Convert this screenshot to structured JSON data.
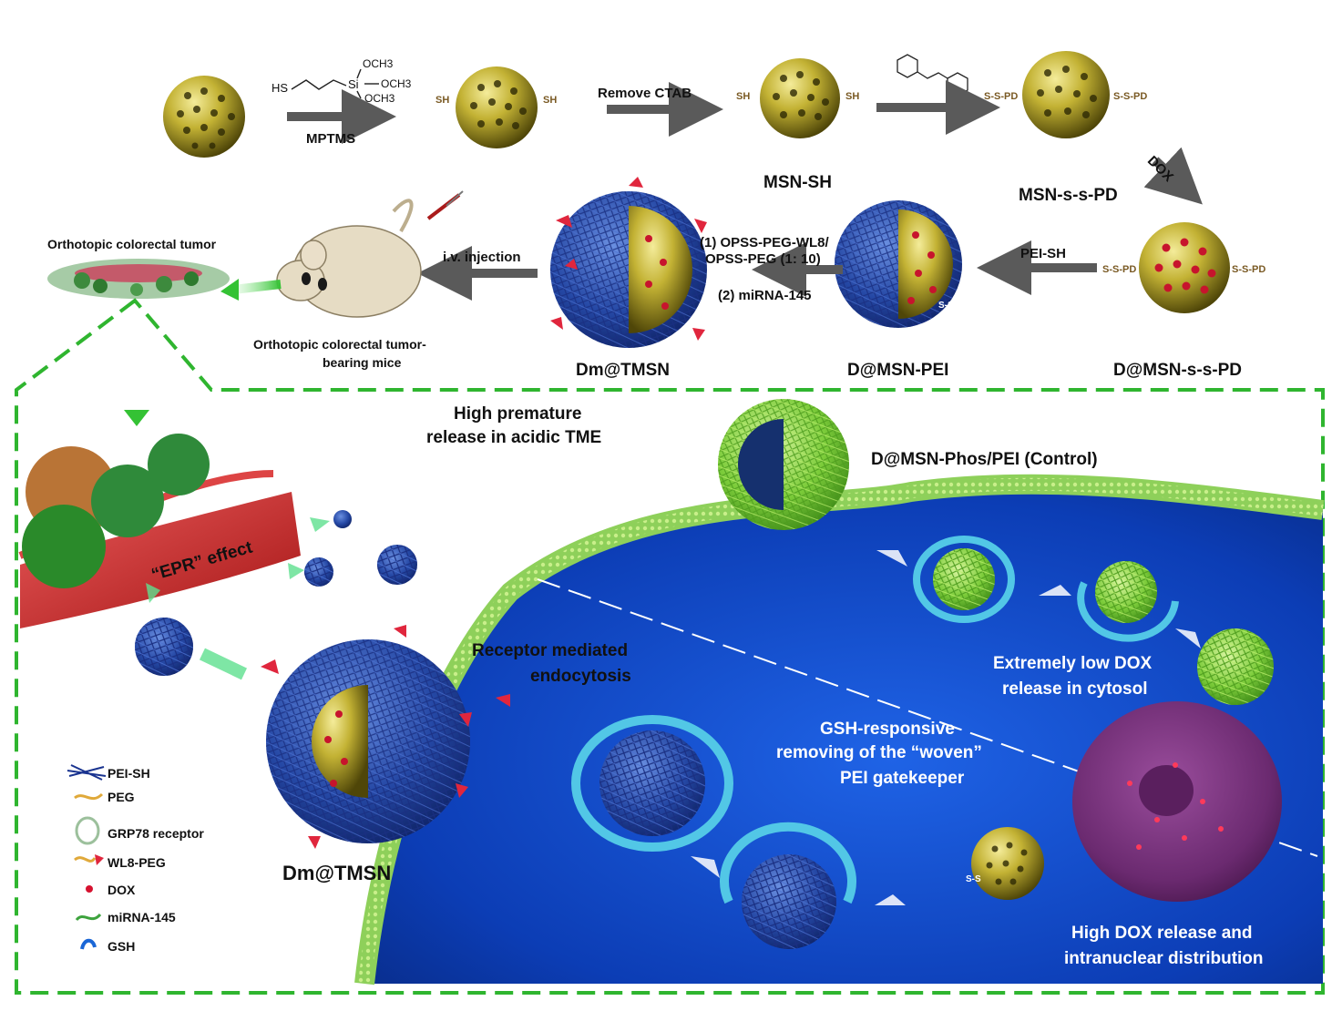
{
  "labels": {
    "mptms": "MPTMS",
    "remove_ctab": "Remove  CTAB",
    "msn_sh": "MSN-SH",
    "msn_ss_pd": "MSN-s-s-PD",
    "dox_arrow": "DOX",
    "d_msn_ss_pd": "D@MSN-s-s-PD",
    "pei_sh": "PEI-SH",
    "d_msn_pei": "D@MSN-PEI",
    "step1": "(1) OPSS-PEG-WL8/",
    "step1b": "OPSS-PEG (1: 10)",
    "step2": "(2) miRNA-145",
    "dm_tmsn_top": "Dm@TMSN",
    "iv_injection": "i.v. injection",
    "tumor_title": "Orthotopic colorectal tumor",
    "mice_line1": "Orthotopic colorectal tumor-",
    "mice_line2": "bearing mice",
    "high_premature_1": "High premature",
    "high_premature_2": "release in acidic TME",
    "control": "D@MSN-Phos/PEI (Control)",
    "epr": "“EPR” effect",
    "receptor_1": "Receptor mediated",
    "receptor_2": "endocytosis",
    "low_dox_1": "Extremely low DOX",
    "low_dox_2": "release in cytosol",
    "gsh_1": "GSH-responsive",
    "gsh_2": "removing of the “woven”",
    "gsh_3": "PEI gatekeeper",
    "high_dox_1": "High DOX release  and",
    "high_dox_2": "intranuclear distribution",
    "dm_tmsn_big": "Dm@TMSN"
  },
  "reagent": {
    "hs": "HS",
    "si": "Si",
    "och3_top": "OCH3",
    "och3_mid": "OCH3",
    "och3_bot": "OCH3",
    "och3_top_w": "OCH",
    "och3_mid_w": "−OCH",
    "och3_bot_w": "OCH"
  },
  "surface_tags": {
    "sh": "SH",
    "sspd": "S-S-PD",
    "ss": "S-S"
  },
  "legend": [
    {
      "name": "PEI-SH",
      "icon": "pei-mesh-icon"
    },
    {
      "name": "PEG",
      "icon": "peg-chain-icon"
    },
    {
      "name": "GRP78 receptor",
      "icon": "receptor-ring-icon"
    },
    {
      "name": "WL8-PEG",
      "icon": "wl8-peg-icon"
    },
    {
      "name": "DOX",
      "icon": "dox-dot-icon"
    },
    {
      "name": "miRNA-145",
      "icon": "mirna-helix-icon"
    },
    {
      "name": "GSH",
      "icon": "gsh-icon"
    }
  ],
  "colors": {
    "border_green": "#2fb52f",
    "arrow_grey": "#5a5a5a",
    "cell_blue": "#0a3fb8",
    "membrane_green": "#9fdc5a",
    "gold": "#b7a32a",
    "pei_blue": "#2b49a8",
    "dox_red": "#d6122f",
    "nucleus_purple": "#6a2a6e",
    "vessel_red": "#c42626"
  }
}
